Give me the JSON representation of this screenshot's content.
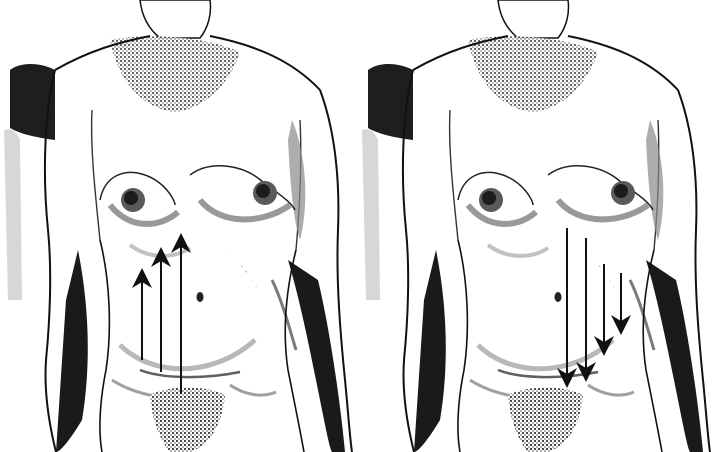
{
  "illustration": {
    "panels": [
      {
        "id": "left",
        "arrow_direction": "up",
        "arrow_count": 3
      },
      {
        "id": "right",
        "arrow_direction": "down",
        "arrow_count": 4
      }
    ],
    "colors": {
      "ink": "#111111",
      "shade_dark": "#2a2a2a",
      "shade_mid": "#7a7a7a",
      "shade_light": "#bdbdbd",
      "background": "#ffffff"
    }
  }
}
